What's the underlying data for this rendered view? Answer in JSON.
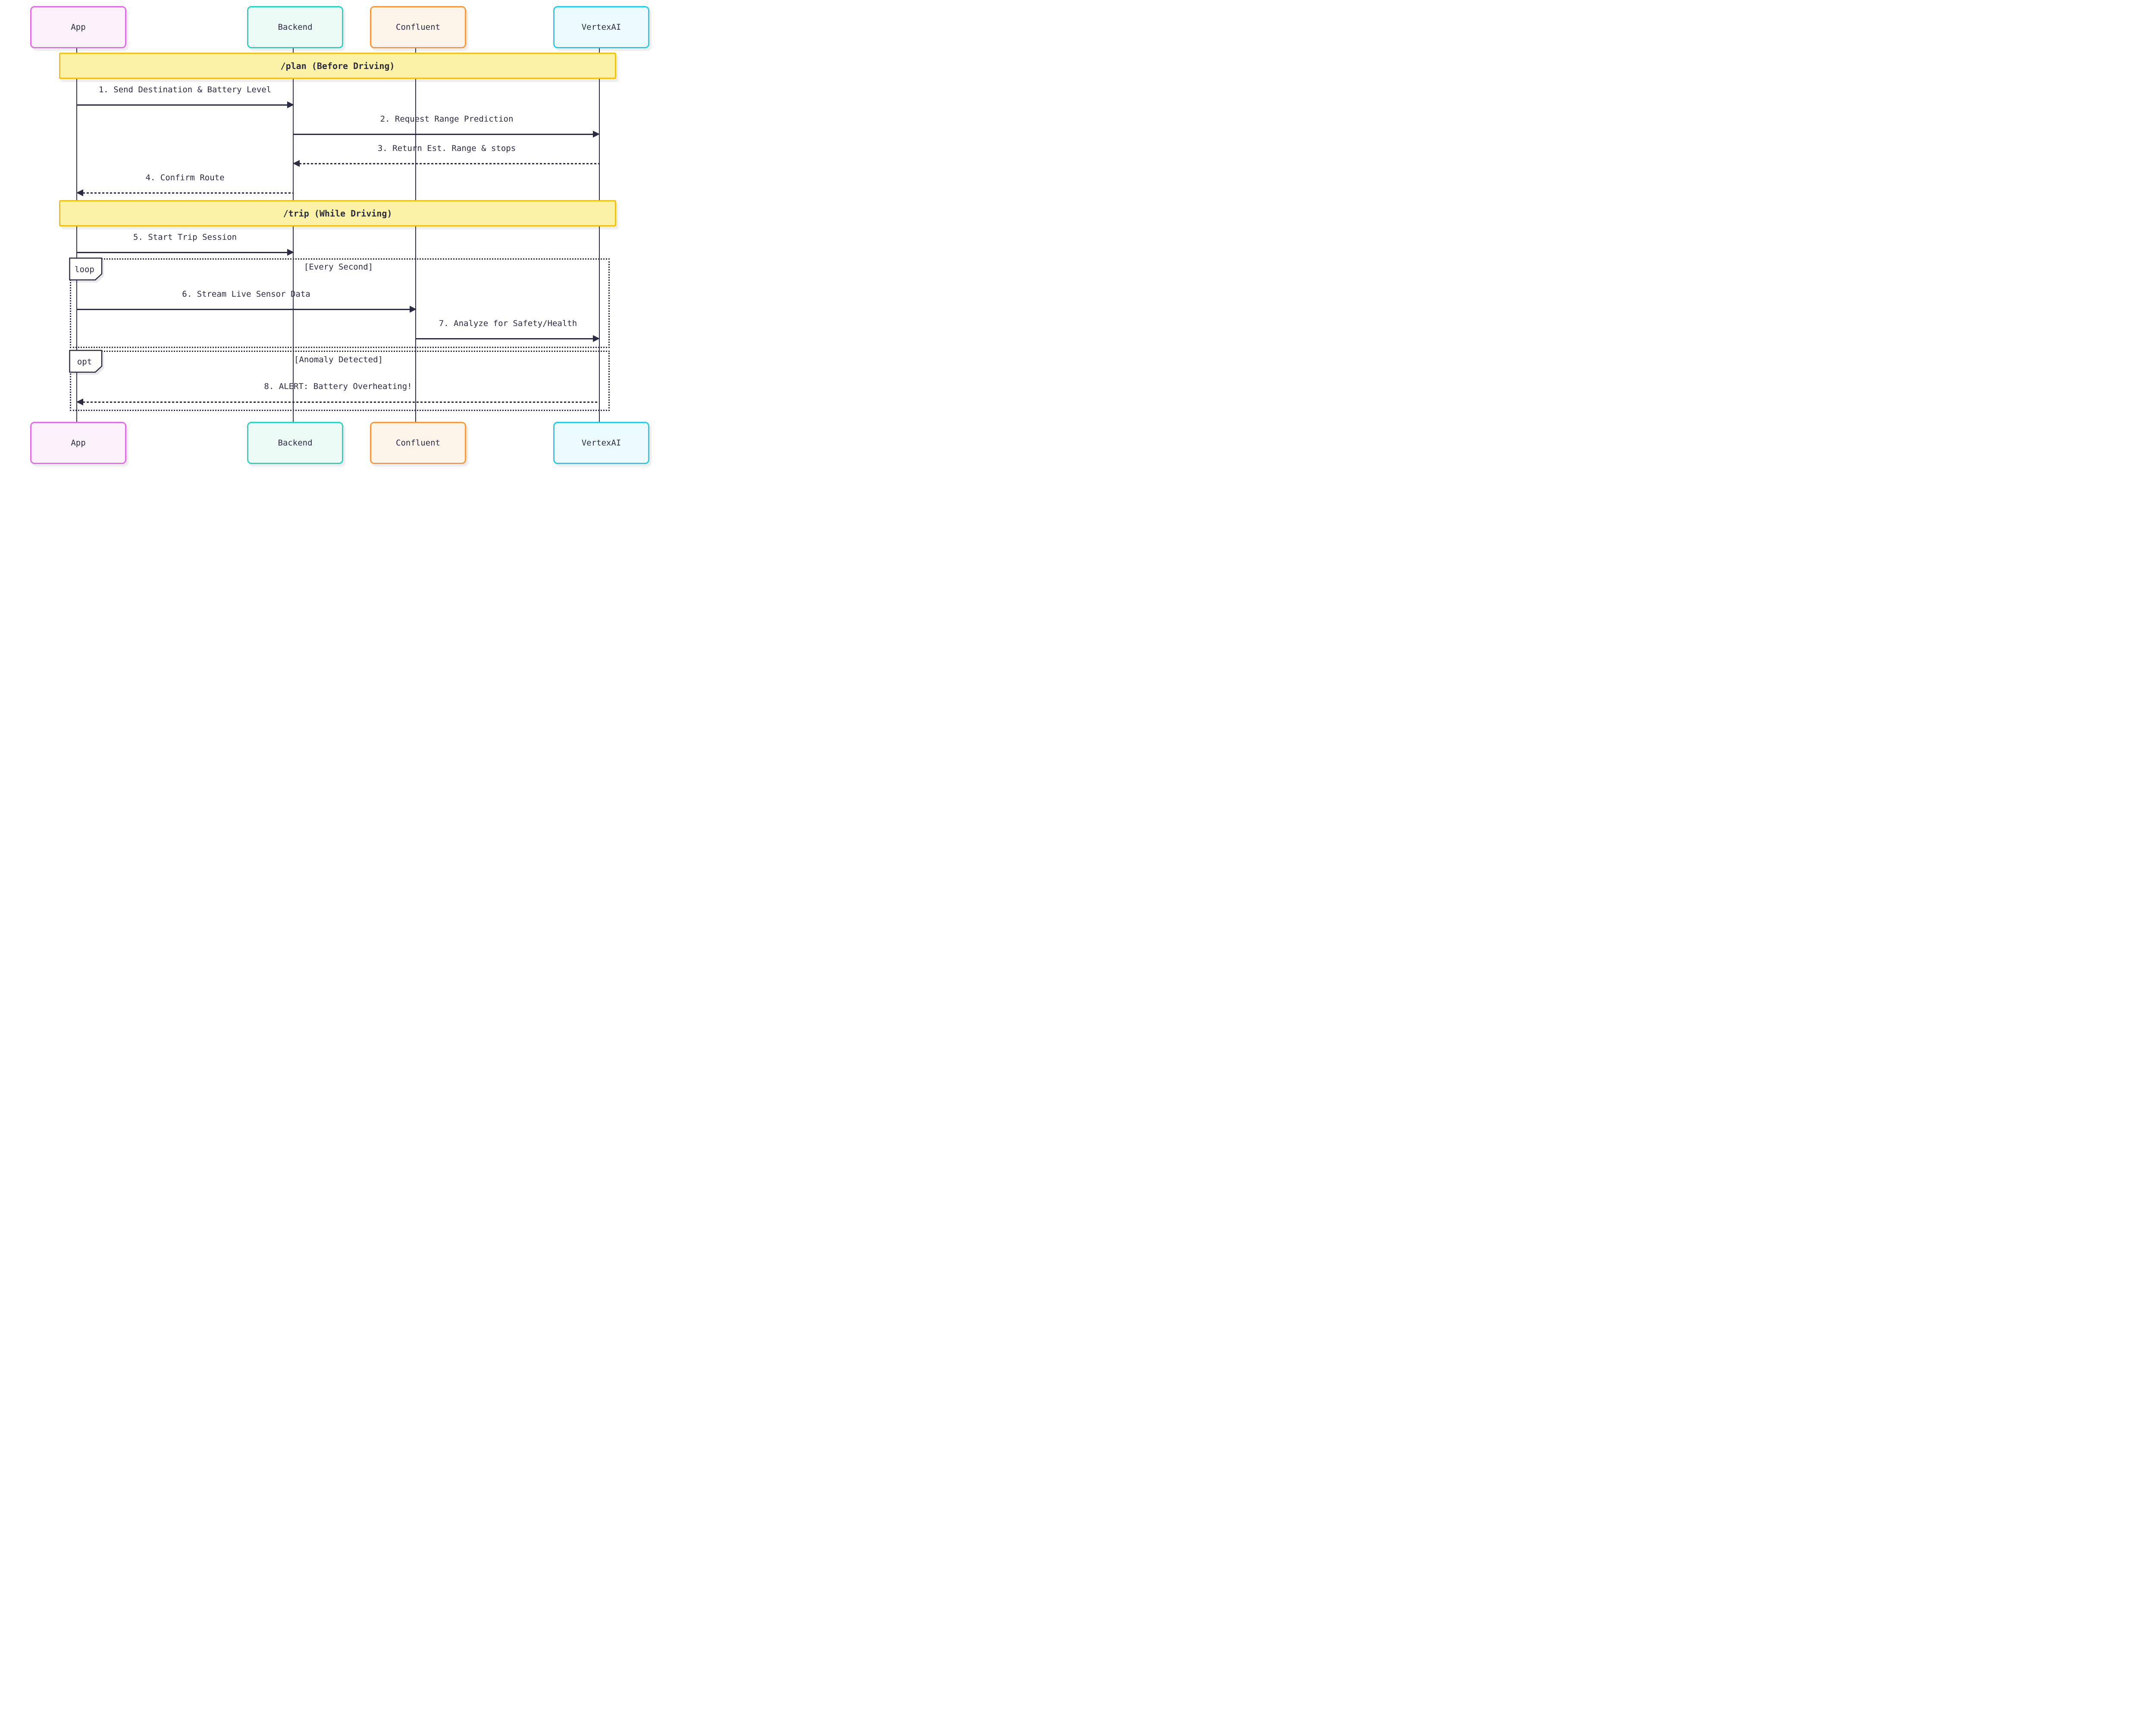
{
  "diagram": {
    "type": "sequence-diagram",
    "colors": {
      "ink": "#2b2b42",
      "app_border": "#e16fe1",
      "app_fill": "#fcf2fc",
      "backend_border": "#2bd4be",
      "backend_fill": "#edfbf7",
      "confluent_border": "#f9993f",
      "confluent_fill": "#fdf4ea",
      "vertexai_border": "#29cbea",
      "vertexai_fill": "#ebfbfe",
      "banner_fill": "#fcf2a7",
      "banner_border": "#f1c115"
    },
    "actors": [
      {
        "id": "app",
        "label": "App"
      },
      {
        "id": "backend",
        "label": "Backend"
      },
      {
        "id": "confluent",
        "label": "Confluent"
      },
      {
        "id": "vertexai",
        "label": "VertexAI"
      }
    ],
    "sections": [
      {
        "label": "/plan (Before Driving)"
      },
      {
        "label": "/trip (While Driving)"
      }
    ],
    "messages": [
      {
        "label": "1. Send Destination & Battery Level",
        "from": "App",
        "to": "Backend",
        "line": "solid"
      },
      {
        "label": "2. Request Range Prediction",
        "from": "Backend",
        "to": "VertexAI",
        "line": "solid"
      },
      {
        "label": "3. Return Est. Range & stops",
        "from": "VertexAI",
        "to": "Backend",
        "line": "dotted"
      },
      {
        "label": "4. Confirm Route",
        "from": "Backend",
        "to": "App",
        "line": "dotted"
      },
      {
        "label": "5. Start Trip Session",
        "from": "App",
        "to": "Backend",
        "line": "solid"
      },
      {
        "label": "6. Stream Live Sensor Data",
        "from": "App",
        "to": "Confluent",
        "line": "solid"
      },
      {
        "label": "7. Analyze for Safety/Health",
        "from": "Confluent",
        "to": "VertexAI",
        "line": "solid"
      },
      {
        "label": "8. ALERT: Battery Overheating!",
        "from": "VertexAI",
        "to": "App",
        "line": "dotted"
      }
    ],
    "fragments": [
      {
        "type": "loop",
        "guard": "[Every Second]"
      },
      {
        "type": "opt",
        "guard": "[Anomaly Detected]"
      }
    ]
  }
}
